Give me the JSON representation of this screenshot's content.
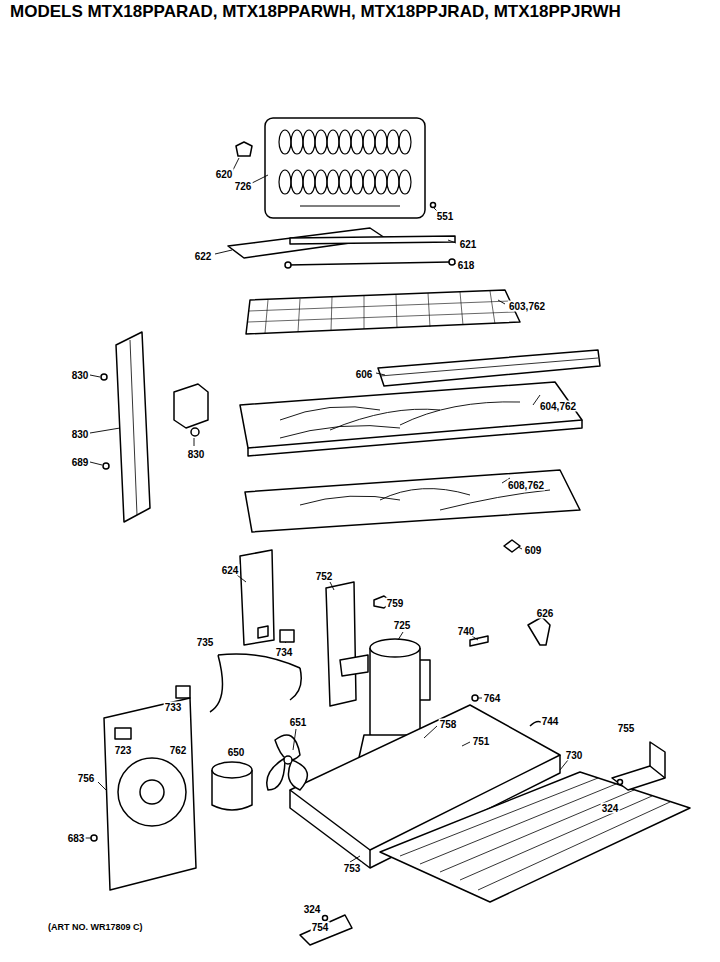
{
  "diagram": {
    "title": "MODELS MTX18PPARAD, MTX18PPARWH, MTX18PPJRAD, MTX18PPJRWH",
    "caption": "(ART NO. WR17809 C)",
    "labels": [
      "620",
      "726",
      "551",
      "622",
      "621",
      "618",
      "603,762",
      "606",
      "830",
      "830",
      "830",
      "689",
      "604,762",
      "608,762",
      "609",
      "624",
      "752",
      "759",
      "740",
      "626",
      "725",
      "734",
      "735",
      "764",
      "744",
      "733",
      "651",
      "758",
      "751",
      "755",
      "723",
      "762",
      "730",
      "650",
      "324",
      "756",
      "683",
      "753",
      "324",
      "754"
    ]
  }
}
